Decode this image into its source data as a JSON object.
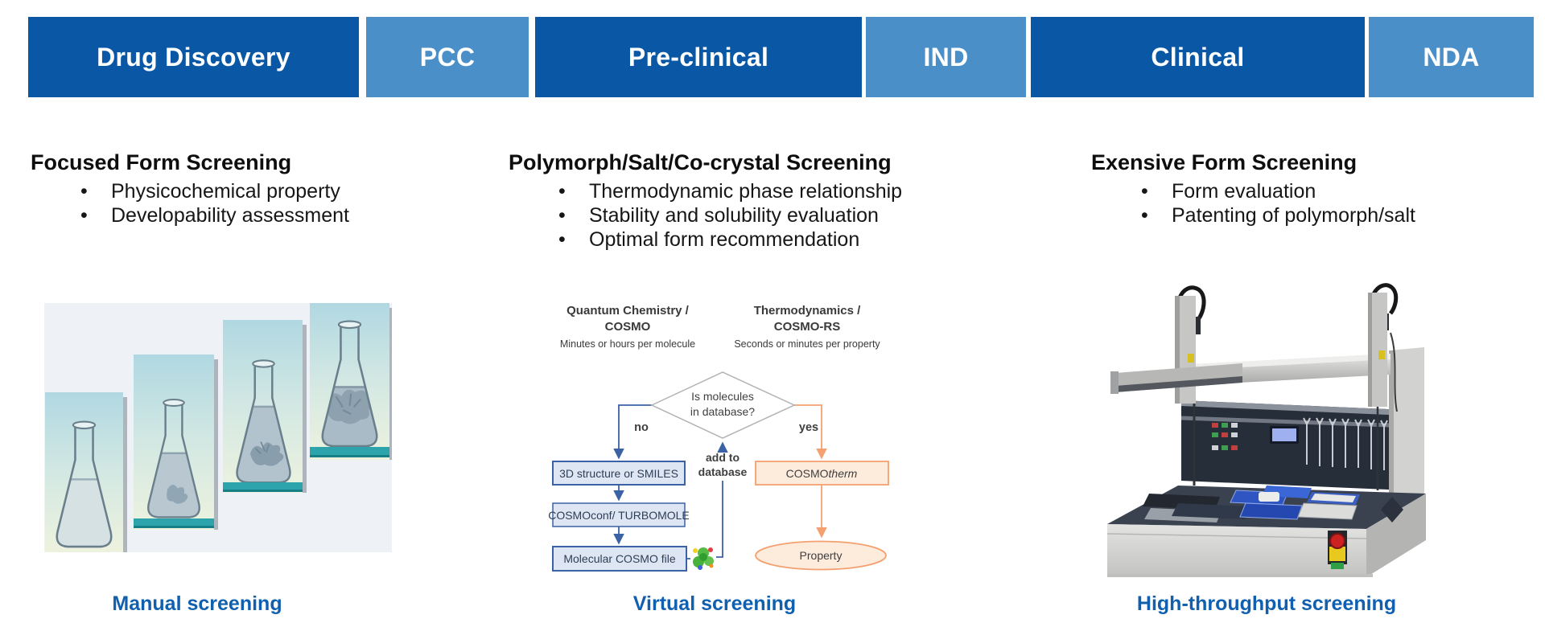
{
  "timeline": {
    "stages": [
      {
        "label": "Drug Discovery",
        "variant": "dark"
      },
      {
        "label": "PCC",
        "variant": "light"
      },
      {
        "label": "Pre-clinical",
        "variant": "dark"
      },
      {
        "label": "IND",
        "variant": "light"
      },
      {
        "label": "Clinical",
        "variant": "dark"
      },
      {
        "label": "NDA",
        "variant": "light"
      }
    ]
  },
  "columns": [
    {
      "heading": "Focused Form Screening",
      "bullets": [
        "Physicochemical property",
        "Developability assessment"
      ],
      "caption": "Manual screening",
      "image": "four-erlenmeyer-flasks-photo"
    },
    {
      "heading": "Polymorph/Salt/Co-crystal Screening",
      "bullets": [
        "Thermodynamic phase relationship",
        "Stability and solubility evaluation",
        "Optimal form recommendation"
      ],
      "caption": "Virtual screening",
      "image": "cosmo-workflow-flowchart"
    },
    {
      "heading": "Exensive Form Screening",
      "bullets": [
        "Form evaluation",
        "Patenting of polymorph/salt"
      ],
      "caption": "High-throughput screening",
      "image": "robotic-screening-instrument-photo"
    }
  ],
  "flowchart": {
    "left_method": {
      "line1": "Quantum Chemistry /",
      "line2": "COSMO",
      "subtitle": "Minutes or hours per molecule"
    },
    "right_method": {
      "line1": "Thermodynamics /",
      "line2": "COSMO-RS",
      "subtitle": "Seconds or minutes per property"
    },
    "decision": {
      "line1": "Is molecules",
      "line2": "in database?"
    },
    "branch_no": "no",
    "branch_yes": "yes",
    "add_to_database": {
      "line1": "add to",
      "line2": "database"
    },
    "box_structure": "3D structure or SMILES",
    "box_cosmoconf": "COSMOconf/ TURBOMOLE",
    "box_cosmofile": "Molecular COSMO file",
    "box_cosmotherm": {
      "normal": "COSMO",
      "italic": "therm"
    },
    "terminal_property": "Property"
  },
  "ui": {
    "bullet_marker": "•"
  },
  "colors": {
    "timeline_dark": "#0a57a5",
    "timeline_light": "#4a8fc7",
    "caption_blue": "#1160b0",
    "flow_blue": "#3b62a5",
    "flow_blue_fill": "#dde6f2",
    "flow_orange": "#f4a070",
    "flow_orange_fill": "#fdebdc",
    "flow_gray": "#ababab",
    "shelf_teal": "#2da4ab"
  }
}
